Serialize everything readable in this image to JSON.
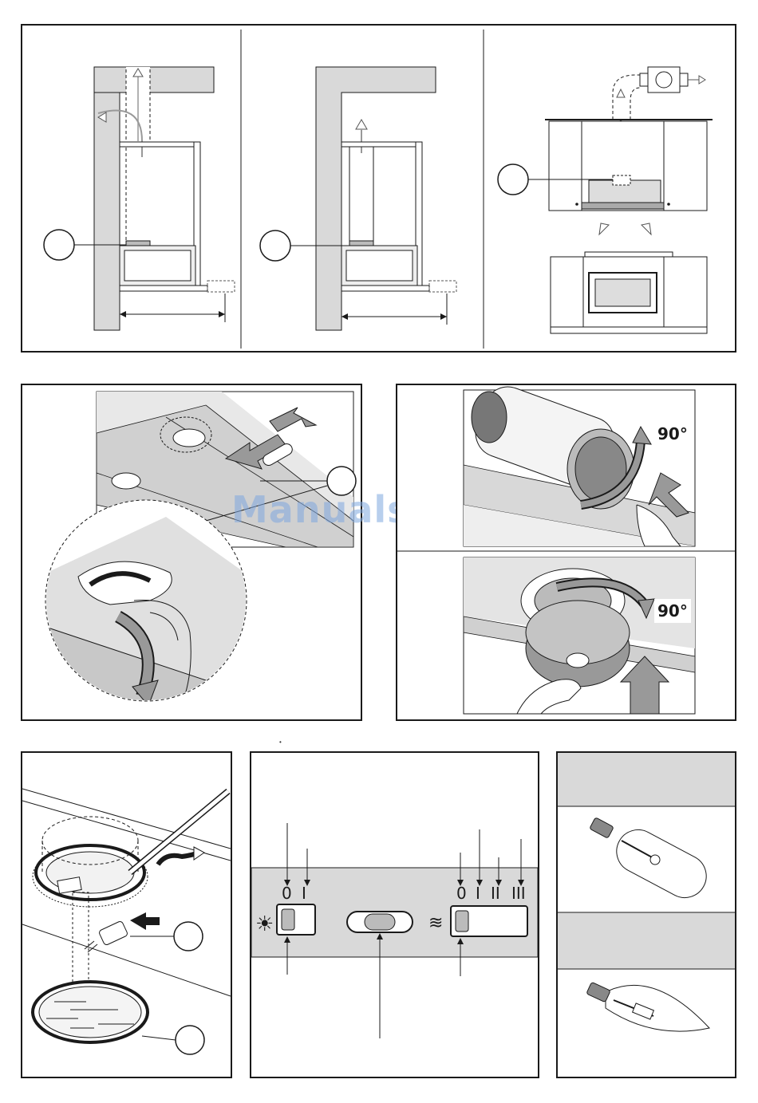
{
  "watermark": {
    "text": "ManualsLib.de"
  },
  "rotation_labels": {
    "top": "90°",
    "bottom": "90°"
  },
  "switch_panel": {
    "light_positions": [
      "0",
      "I"
    ],
    "fan_positions": [
      "0",
      "I",
      "II",
      "III"
    ]
  },
  "colors": {
    "wall": "#d9d9d9",
    "line": "#1a1a1a",
    "filter": "#cfcfcf",
    "watermark": "#7fa8e0"
  },
  "icons": [
    "light-icon",
    "fan-icon",
    "arrow-icon",
    "bulb-icon"
  ]
}
